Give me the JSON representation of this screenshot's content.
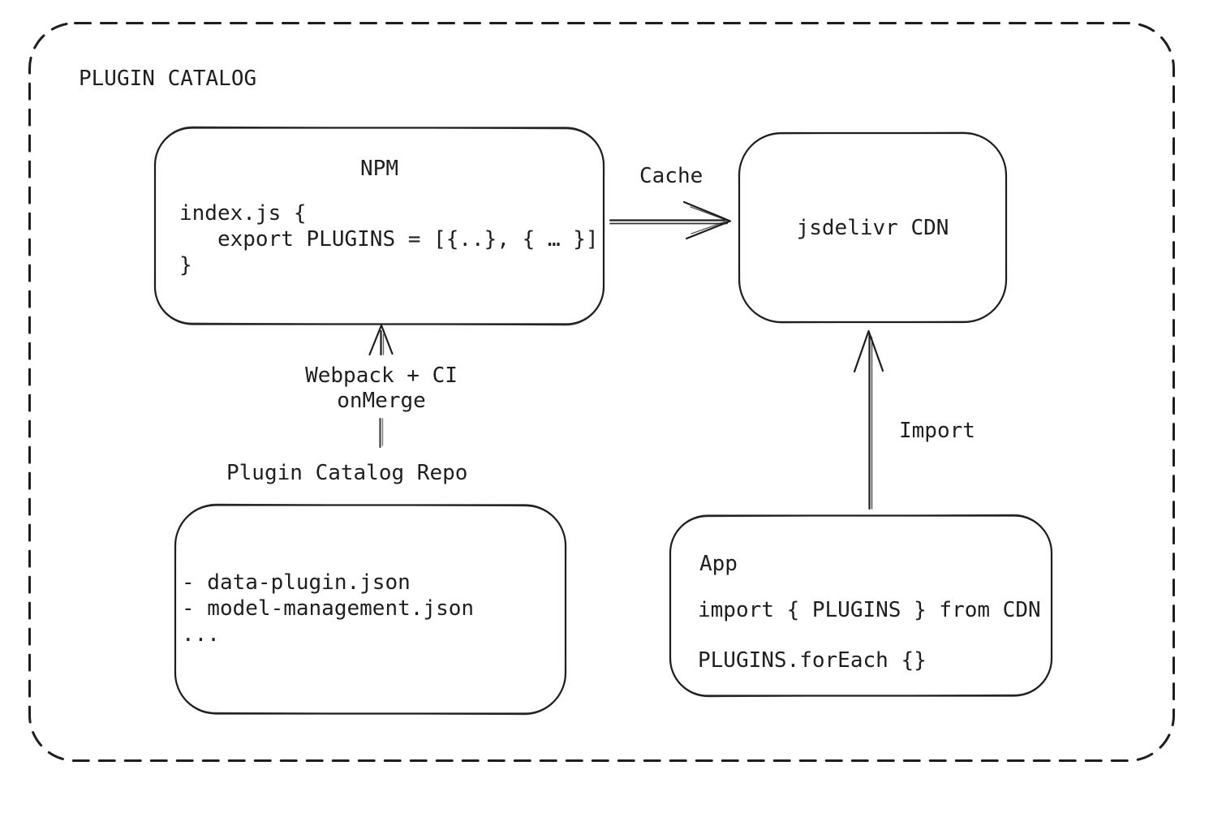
{
  "diagram": {
    "title": "PLUGIN CATALOG",
    "nodes": {
      "npm": {
        "label": "NPM",
        "code": [
          "index.js {",
          "   export PLUGINS = [{..}, { … }]",
          "}"
        ]
      },
      "cdn": {
        "label": "jsdelivr CDN"
      },
      "repo": {
        "title": "Plugin Catalog Repo",
        "files": [
          "- data-plugin.json",
          "- model-management.json",
          "..."
        ]
      },
      "app": {
        "label": "App",
        "code_line1": "import { PLUGINS } from CDN",
        "code_line2": "PLUGINS.forEach {}"
      }
    },
    "edges": {
      "cache": {
        "label": "Cache",
        "from": "NPM",
        "to": "jsdelivr CDN"
      },
      "webpack": {
        "label": [
          "Webpack + CI",
          "onMerge"
        ],
        "from": "Plugin Catalog Repo",
        "to": "NPM"
      },
      "import": {
        "label": "Import",
        "from": "App",
        "to": "jsdelivr CDN"
      }
    },
    "colors": {
      "stroke": "#1e1e1e",
      "background": "#ffffff"
    }
  }
}
